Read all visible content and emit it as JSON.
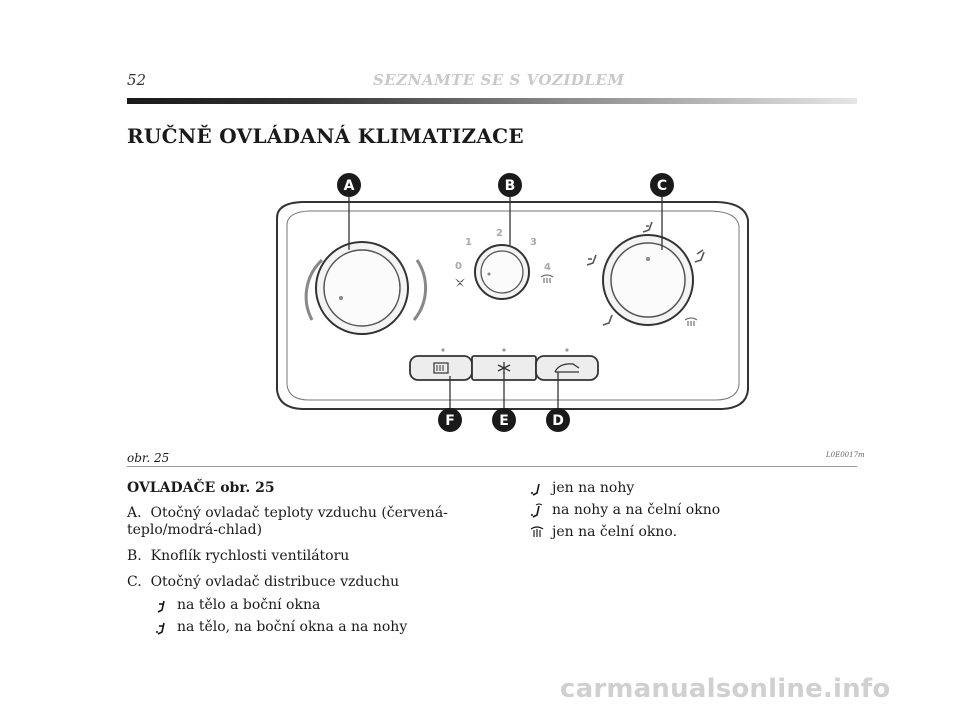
{
  "header": {
    "page_number": "52",
    "section_title": "SEZNAMTE SE S VOZIDLEM"
  },
  "title": "RUČNĚ OVLÁDANÁ KLIMATIZACE",
  "figure": {
    "caption": "obr. 25",
    "code": "L0E0017m",
    "labels": {
      "a": "A",
      "b": "B",
      "c": "C",
      "d": "D",
      "e": "E",
      "f": "F"
    },
    "fan_speeds": [
      "0",
      "1",
      "2",
      "3",
      "4"
    ]
  },
  "controls": {
    "heading": "OVLADAČE obr. 25",
    "items": [
      {
        "letter": "A.",
        "text": "Otočný ovladač teploty vzduchu (červená-teplo/modrá-chlad)"
      },
      {
        "letter": "B.",
        "text": "Knoflík rychlosti ventilátoru"
      },
      {
        "letter": "C.",
        "text": "Otočný ovladač distribuce vzduchu"
      }
    ],
    "distribution_left": [
      {
        "icon": "air-body-windows-icon",
        "text": "na tělo a boční okna"
      },
      {
        "icon": "air-body-windows-feet-icon",
        "text": "na tělo, na boční okna a na nohy"
      }
    ],
    "distribution_right": [
      {
        "icon": "air-feet-icon",
        "text": "jen na nohy"
      },
      {
        "icon": "air-feet-windscreen-icon",
        "text": "na nohy a na čelní okno"
      },
      {
        "icon": "windscreen-defrost-icon",
        "text": "jen na čelní okno."
      }
    ]
  },
  "watermark": "carmanualsonline.info",
  "colors": {
    "header_grey": "#c9c9c9",
    "label_black": "#1a1a1a"
  }
}
